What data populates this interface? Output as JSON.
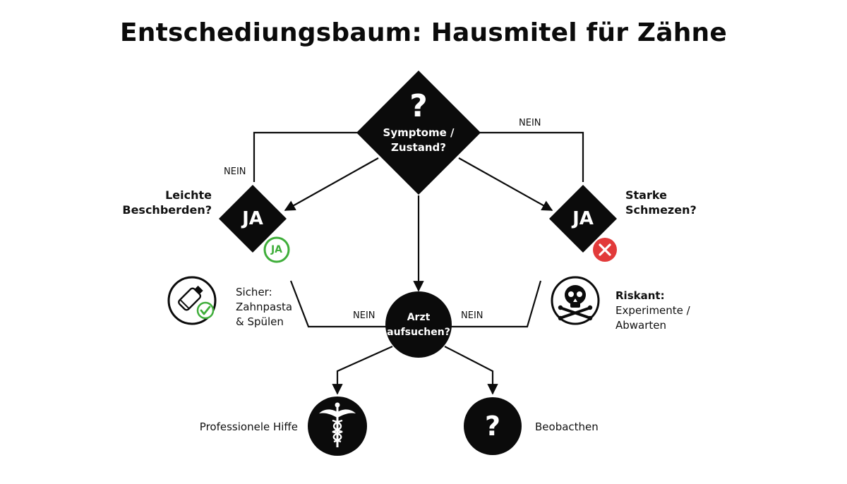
{
  "title": "Entschediungsbaum: Hausmitel für Zähne",
  "nodes": {
    "root": {
      "symbol": "?",
      "line1": "Symptome /",
      "line2": "Zustand?"
    },
    "left_decision": {
      "inner": "JA",
      "question_line1": "Leichte",
      "question_line2": "Beschberden?",
      "badge": "JA"
    },
    "right_decision": {
      "inner": "JA",
      "question_line1": "Starke",
      "question_line2": "Schmezen?"
    },
    "safe_option": {
      "line1": "Sicher:",
      "line2": "Zahnpasta",
      "line3": "& Spülen"
    },
    "risky_option": {
      "line1": "Riskant:",
      "line2": "Experimente /",
      "line3": "Abwarten"
    },
    "doctor": {
      "line1": "Arzt",
      "line2": "aufsuchen?"
    },
    "professional": {
      "label": "Professionele Hiffe"
    },
    "observe": {
      "symbol": "?",
      "label": "Beobacthen"
    }
  },
  "edge_labels": {
    "left_no": "NEIN",
    "right_no": "NEIN",
    "doctor_left_no": "NEIN",
    "doctor_right_no": "NEIN"
  },
  "colors": {
    "ink": "#0b0b0b",
    "safe_green": "#3fae3a",
    "risk_red": "#e23a3a"
  },
  "icons": {
    "safe": "toothpaste-check-icon",
    "risky": "skull-crossbones-icon",
    "professional": "caduceus-icon",
    "left_badge": "ja-badge-icon",
    "right_badge": "x-badge-icon"
  }
}
